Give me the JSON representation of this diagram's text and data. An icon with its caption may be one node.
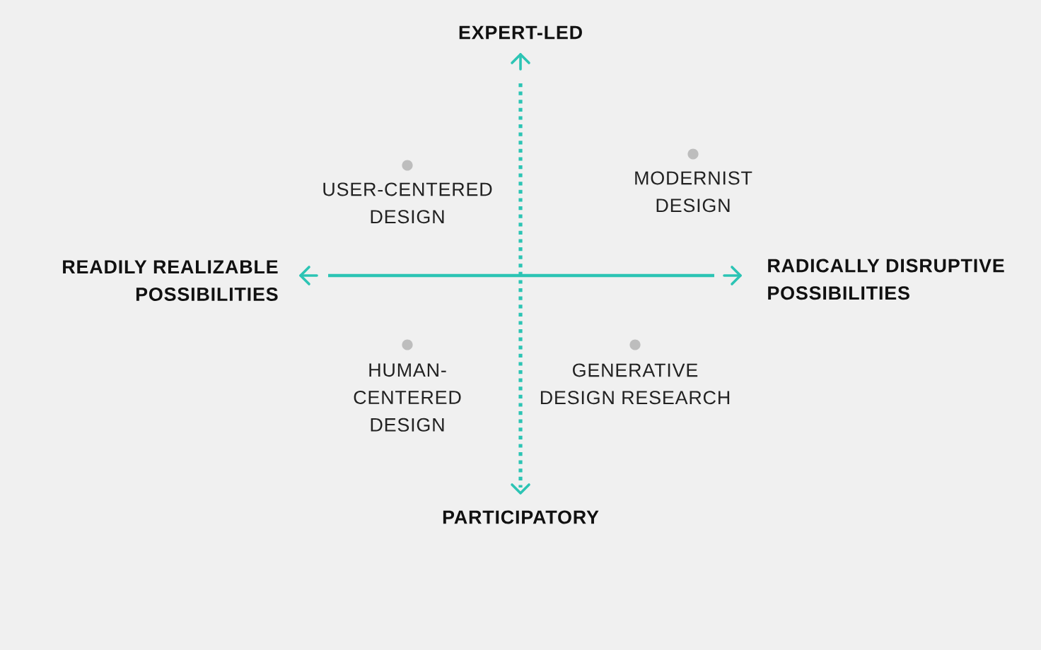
{
  "diagram": {
    "labels": [
      "EXPERT-LED",
      "USER-CENTERED DESIGN",
      "MODERNIST DESIGN",
      "READILY REALIZABLE POSSIBILITIES",
      "RADICALLY DISRUPTIVE POSSIBILITIES",
      "HUMAN-CENTERED DESIGN",
      "GENERATIVE DESIGN RESEARCH",
      "PARTICIPATORY"
    ]
  }
}
